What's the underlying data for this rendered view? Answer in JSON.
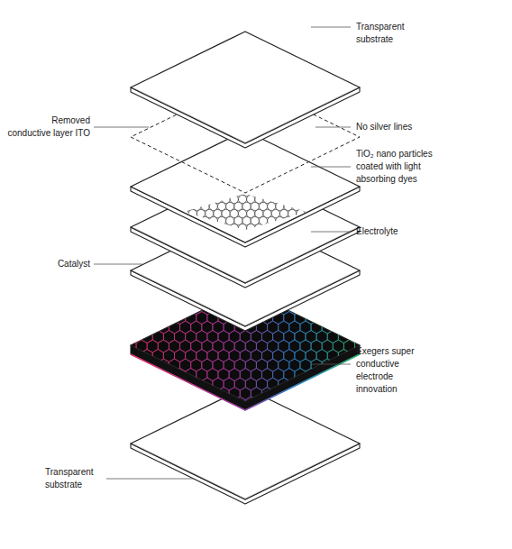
{
  "diagram": {
    "labels": [
      "Transparent substrate",
      "Removed conductive layer ITO",
      "No silver lines",
      "TiO₂ nano particles coated with light absorbing dyes",
      "Electrolyte",
      "Catalyst",
      "Exegers super conductive electrode innovation",
      "Transparent substrate"
    ]
  }
}
